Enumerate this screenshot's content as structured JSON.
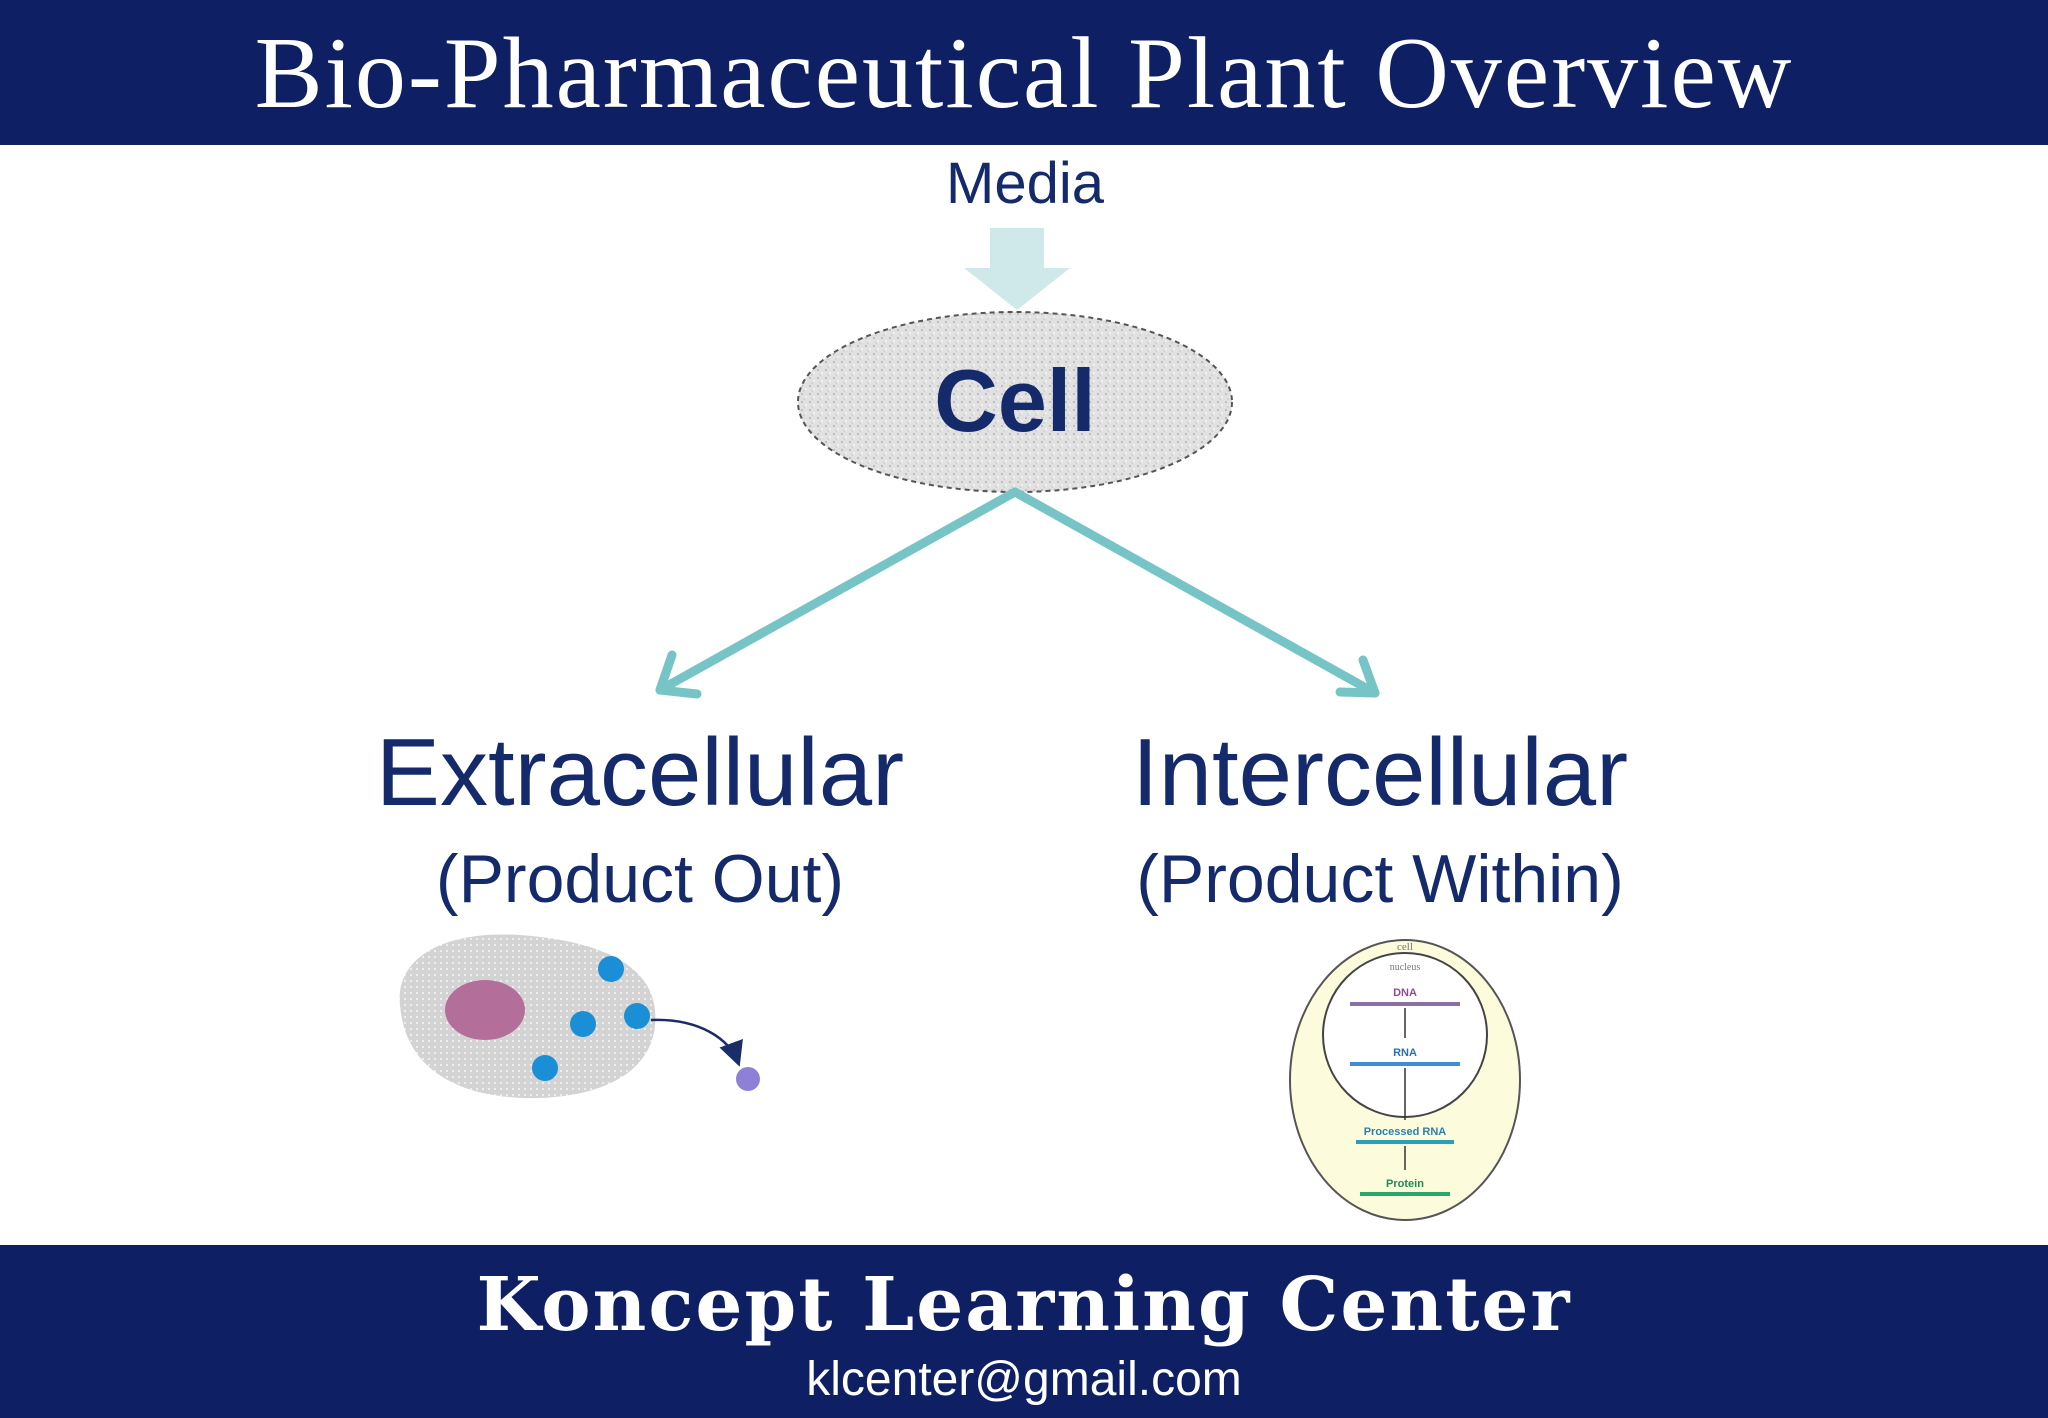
{
  "header": {
    "title": "Bio-Pharmaceutical Plant Overview"
  },
  "diagram": {
    "input": "Media",
    "center": "Cell",
    "left_branch": {
      "title": "Extracellular",
      "subtitle": "(Product Out)"
    },
    "right_branch": {
      "title": "Intercellular",
      "subtitle": "(Product Within)"
    },
    "inset_labels": {
      "cell": "cell",
      "nucleus": "nucleus",
      "dna": "DNA",
      "rna": "RNA",
      "processed_rna": "Processed RNA",
      "protein": "Protein"
    }
  },
  "footer": {
    "org": "Koncept Learning Center",
    "email": "klcenter@gmail.com"
  },
  "colors": {
    "navy": "#0e1f63",
    "text": "#142a6b",
    "arrow": "#77c4c6",
    "media_arrow": "#cfe9ea",
    "cell_fill": "#dcdcdc",
    "dot_blue": "#1a8fd6",
    "dot_purple": "#8d80d6",
    "nucleus": "#b36f9a",
    "inset_fill": "#fcfbdc"
  }
}
